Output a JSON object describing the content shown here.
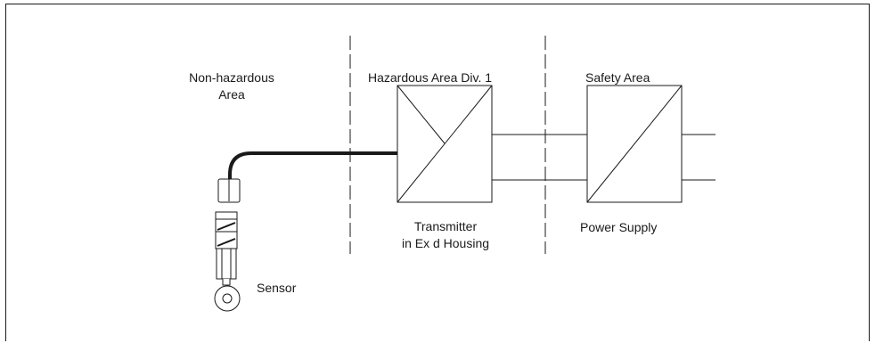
{
  "zones": {
    "non_hazardous": [
      "Non-hazardous",
      "Area"
    ],
    "hazardous": "Hazardous Area Div. 1",
    "safety": "Safety Area"
  },
  "components": {
    "transmitter": [
      "Transmitter",
      "in Ex d Housing"
    ],
    "power_supply": "Power Supply",
    "sensor": "Sensor"
  }
}
